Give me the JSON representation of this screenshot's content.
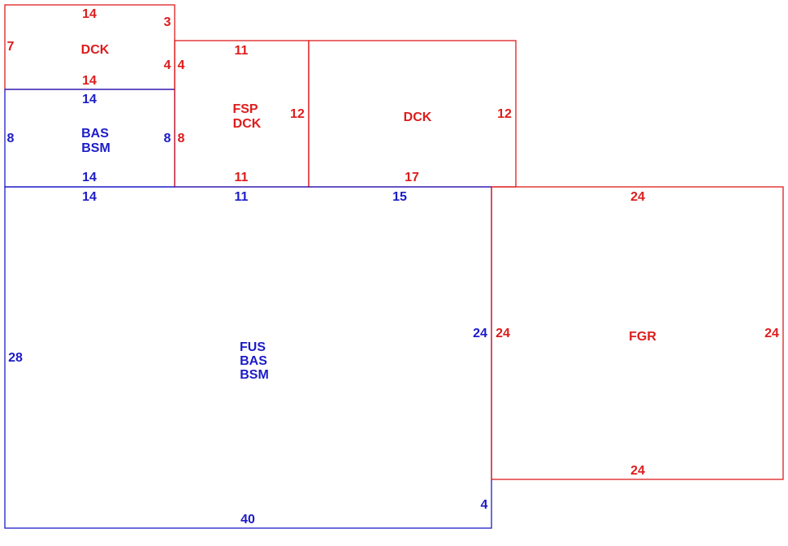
{
  "colors": {
    "red": "#dd1c1c",
    "blue": "#1c1cc8"
  },
  "sections": [
    {
      "id": "dck-top-left",
      "color": "red",
      "labels": [
        "DCK"
      ],
      "dims": [
        "14",
        "3",
        "7",
        "4",
        "14"
      ]
    },
    {
      "id": "bas-bsm-left",
      "color": "blue",
      "labels": [
        "BAS",
        "BSM"
      ],
      "dims": [
        "14",
        "8",
        "8",
        "14"
      ]
    },
    {
      "id": "fsp-dck",
      "color": "red",
      "labels": [
        "FSP",
        "DCK"
      ],
      "dims": [
        "11",
        "4",
        "8",
        "12",
        "11"
      ]
    },
    {
      "id": "dck-right",
      "color": "red",
      "labels": [
        "DCK"
      ],
      "dims": [
        "12",
        "17"
      ]
    },
    {
      "id": "fus-bas-bsm",
      "color": "blue",
      "labels": [
        "FUS",
        "BAS",
        "BSM"
      ],
      "dims": [
        "14",
        "11",
        "15",
        "28",
        "24",
        "4",
        "40"
      ]
    },
    {
      "id": "fgr",
      "color": "red",
      "labels": [
        "FGR"
      ],
      "dims": [
        "24",
        "24",
        "24",
        "24"
      ]
    }
  ]
}
